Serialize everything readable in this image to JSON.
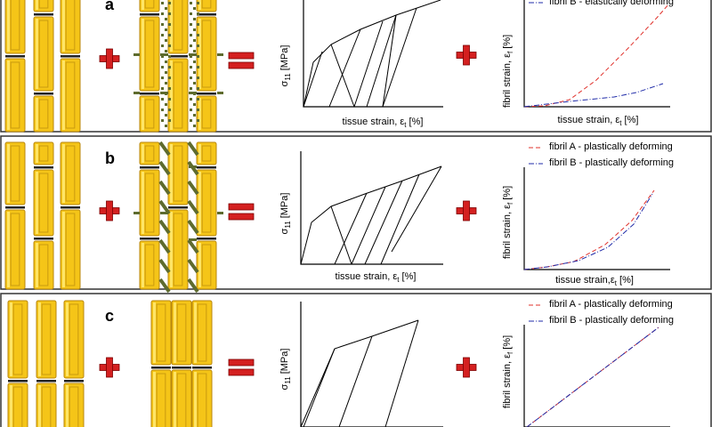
{
  "colors": {
    "fibril_fill": "#F5C518",
    "fibril_edge": "#B8860B",
    "plus": "#D42020",
    "equals": "#D42020",
    "crosslink_green": "#5E6B2E",
    "crosslink_dark": "#2A2A1A",
    "fibril_a_line": "#E0312B",
    "fibril_b_line": "#1F2BA8",
    "panel_border": "#333333"
  },
  "icons": {
    "plus": "plus-sign-icon",
    "equals": "equals-sign-icon"
  },
  "labels": {
    "stress_axis": "σ",
    "stress_sub": "11",
    "stress_unit": " [MPa]",
    "tissue_strain": "tissue strain, ε",
    "tissue_strain_nospace": "tissue strain,ε",
    "tissue_sub": "t",
    "unit_pct": " [%]",
    "fibril_strain": "fibril strain, ε",
    "fibril_sub": "f"
  },
  "panels": [
    {
      "id": "a",
      "letter": "a",
      "legend": [
        "",
        "fibril B - elastically deforming"
      ],
      "tissue_label_variant": "tissue_strain",
      "show_fibril_xlabel": true
    },
    {
      "id": "b",
      "letter": "b",
      "legend": [
        "fibril A - plastically deforming",
        "fibril B - plastically deforming"
      ],
      "tissue_label_variant": "tissue_strain",
      "show_fibril_xlabel": true
    },
    {
      "id": "c",
      "letter": "c",
      "legend": [
        "fibril A - plastically deforming",
        "fibril B - plastically deforming"
      ],
      "tissue_label_variant": "none",
      "show_fibril_xlabel": false
    }
  ]
}
